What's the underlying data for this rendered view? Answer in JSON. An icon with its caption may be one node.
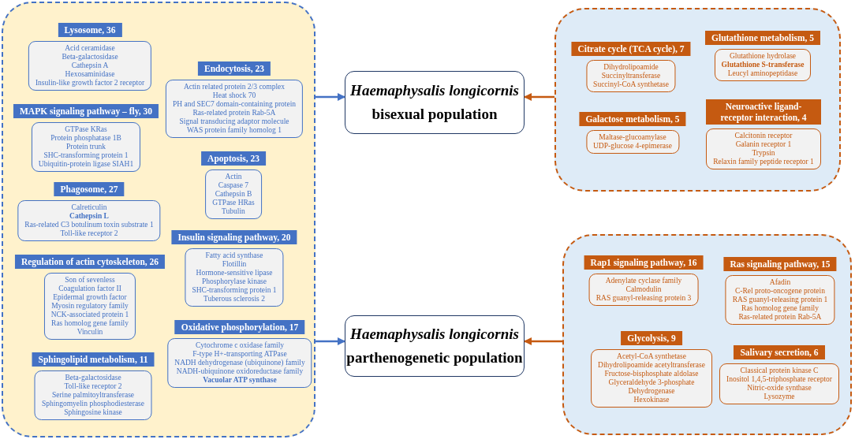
{
  "diagram": {
    "nodes": [
      {
        "text": [],
        "shape": "box"
      },
      {
        "text": [
          "Lysosome, 36",
          "Acid ceramidase",
          "Beta-galactosidase",
          "Cathepsin A",
          "Hexosaminidase",
          "Insulin-like growth factor 2 receptor"
        ],
        "in": 0
      },
      {
        "text": [
          "MAPK signaling pathway – fly, 30",
          "GTPase KRas",
          "Protein phosphatase 1B",
          "Protein trunk",
          "SHC-transforming protein 1",
          "Ubiquitin-protein ligase SIAH1"
        ],
        "in": 0
      },
      {
        "text": [
          "Phagosome, 27",
          "Calreticulin",
          "**Cathepsin L**",
          "Ras-related C3 botulinum toxin substrate 1",
          "Toll-like receptor 2"
        ],
        "in": 0
      },
      {
        "text": [
          "Regulation of actin cytoskeleton, 26",
          "Son of sevenless",
          "Coagulation factor II",
          "Epidermal growth factor",
          "Myosin regulatory family",
          "NCK-associated protein 1",
          "Ras homolog gene family",
          "Vinculin"
        ],
        "in": 0
      },
      {
        "text": [
          "Sphingolipid metabolism, 11",
          "Beta-galactosidase",
          "Toll-like receptor 2",
          "Serine palmitoyltransferase",
          "Sphingomyelin phosphodiesterase",
          "Sphingosine kinase"
        ],
        "in": 0
      },
      {
        "text": [
          "Endocytosis, 23",
          "Actin related protein 2/3 complex",
          "Heat shock 70",
          "PH and SEC7 domain-containing protein",
          "Ras-related protein Rab-5A",
          "Signal transducing adaptor molecule",
          "WAS protein family homolog 1"
        ],
        "in": 0
      },
      {
        "text": [
          "Apoptosis, 23",
          "Actin",
          "Caspase 7",
          "Cathepsin B",
          "GTPase HRas",
          "Tubulin"
        ],
        "in": 0
      },
      {
        "text": [
          "Insulin signaling pathway, 20",
          "Fatty acid synthase",
          "Flotillin",
          "Hormone-sensitive lipase",
          "Phosphorylase kinase",
          "SHC-transforming protein 1",
          "Tuberous sclerosis 2"
        ],
        "in": 0
      },
      {
        "text": [
          "Oxidative phosphorylation, 17",
          "Cytochrome c oxidase family",
          "F-type H+-transporting ATPase",
          "NADH dehydrogenase (ubiquinone) family",
          "NADH-ubiquinone oxidoreductase family",
          "**Vacuolar ATP synthase**"
        ],
        "in": 0
      },
      {
        "text": [
          "Haemaphysalis longicornis",
          "bisexual population"
        ]
      },
      {
        "text": [
          "Haemaphysalis longicornis",
          "parthenogenetic population"
        ]
      },
      {
        "text": [],
        "shape": "box"
      },
      {
        "text": [
          "Citrate cycle (TCA cycle), 7",
          "Dihydrolipoamide",
          "Succinyltransferase",
          "Succinyl-CoA synthetase"
        ],
        "in": 12
      },
      {
        "text": [
          "Glutathione metabolism, 5",
          "Glutathione hydrolase",
          "**Glutathione S-transferase**",
          "Leucyl aminopeptidase"
        ],
        "in": 12
      },
      {
        "text": [
          "Galactose metabolism, 5",
          "Maltase-glucoamylase",
          "UDP-glucose 4-epimerase"
        ],
        "in": 12
      },
      {
        "text": [
          "Neuroactive ligand-receptor interaction, 4",
          "Calcitonin receptor",
          "Galanin receptor 1",
          "Trypsin",
          "Relaxin family peptide receptor 1"
        ],
        "in": 12
      },
      {
        "text": [],
        "shape": "box"
      },
      {
        "text": [
          "Rap1 signaling pathway, 16",
          "Adenylate cyclase family",
          "Calmodulin",
          "RAS guanyl-releasing protein 3"
        ],
        "in": 17
      },
      {
        "text": [
          "Ras signaling pathway, 15",
          "Afadin",
          "C-Rel proto-oncogene protein",
          "RAS guanyl-releasing protein 1",
          "Ras homolog gene family",
          "Ras-related protein Rab-5A"
        ],
        "in": 17
      },
      {
        "text": [
          "Glycolysis, 9",
          "Acetyl-CoA synthetase",
          "Dihydrolipoamide acetyltransferase",
          "Fructose-bisphosphate aldolase",
          "Glyceraldehyde 3-phosphate",
          "Dehydrogenase",
          "Hexokinase"
        ],
        "in": 17
      },
      {
        "text": [
          "Salivary secretion, 6",
          "Classical protein kinase C",
          "Inositol 1,4,5-triphosphate receptor",
          "Nitric-oxide synthase",
          "Lysozyme"
        ],
        "in": 17
      }
    ],
    "edges": [
      {
        "from": 0,
        "to": 10,
        "arrow": "to",
        "color": "#4472c4"
      },
      {
        "from": 0,
        "to": 11,
        "arrow": "to",
        "color": "#4472c4"
      },
      {
        "from": 12,
        "to": 10,
        "arrow": "to",
        "color": "#c55a11"
      },
      {
        "from": 17,
        "to": 11,
        "arrow": "to",
        "color": "#c55a11"
      }
    ]
  }
}
